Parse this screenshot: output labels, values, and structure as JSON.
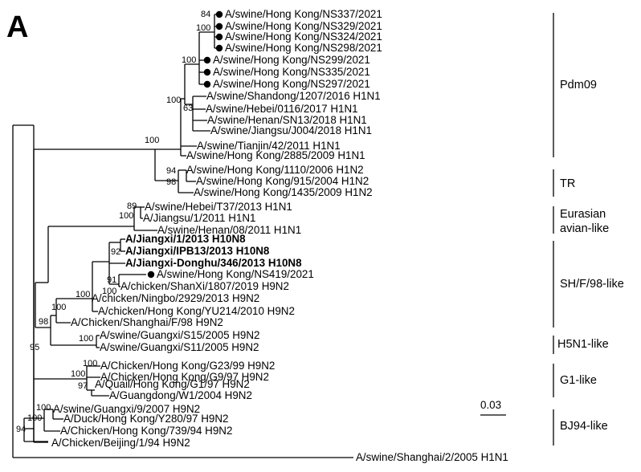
{
  "panel_label": "A",
  "scale_bar": "0.03",
  "leaves": {
    "L1": "A/swine/Hong Kong/NS337/2021",
    "L2": "A/swine/Hong Kong/NS329/2021",
    "L3": "A/swine/Hong Kong/NS324/2021",
    "L4": "A/swine/Hong Kong/NS298/2021",
    "L5": "A/swine/Hong Kong/NS299/2021",
    "L6": "A/swine/Hong Kong/NS335/2021",
    "L7": "A/swine/Hong Kong/NS297/2021",
    "L8": "A/swine/Shandong/1207/2016 H1N1",
    "L9": "A/swine/Hebei/0116/2017 H1N1",
    "L10": "A/swine/Henan/SN13/2018 H1N1",
    "L11": "A/swine/Jiangsu/J004/2018 H1N1",
    "L12": "A/swine/Tianjin/42/2011 H1N1",
    "L13": "A/swine/Hong Kong/2885/2009 H1N1",
    "L14": "A/swine/Hong Kong/1110/2006 H1N2",
    "L15": "A/swine/Hong Kong/915/2004 H1N2",
    "L16": "A/swine/Hong Kong/1435/2009 H1N2",
    "L17": "A/swine/Hebei/T37/2013 H1N1",
    "L18": "A/Jiangsu/1/2011 H1N1",
    "L19": "A/swine/Henan/08/2011 H1N1",
    "L20": "A/Jiangxi/1/2013 H10N8",
    "L21": "A/Jiangxi/IPB13/2013 H10N8",
    "L22": "A/Jiangxi-Donghu/346/2013 H10N8",
    "L23": "A/swine/Hong Kong/NS419/2021",
    "L24": "A/chicken/ShanXi/1807/2019 H9N2",
    "L25": "A/chicken/Ningbo/2929/2013 H9N2",
    "L26": "A/chicken/Hong Kong/YU214/2010 H9N2",
    "L27": "A/Chicken/Shanghai/F/98 H9N2",
    "L28": "A/swine/Guangxi/S15/2005 H9N2",
    "L29": "A/swine/Guangxi/S11/2005 H9N2",
    "L30": "A/Chicken/Hong Kong/G23/99  H9N2",
    "L31": "A/Chicken/Hong Kong/G9/97 H9N2",
    "L32": "A/Quail/Hong Kong/G1/97  H9N2",
    "L33": "A/Guangdong/W1/2004 H9N2",
    "L34": "A/swine/Guangxi/9/2007 H9N2",
    "L35": "A/Duck/Hong Kong/Y280/97 H9N2",
    "L36": "A/Chicken/Hong Kong/739/94 H9N2",
    "L37": "A/Chicken/Beijing/1/94 H9N2",
    "L38": "A/swine/Shanghai/2/2005 H1N1"
  },
  "bootstrap": {
    "b1": "84",
    "b2": "100",
    "b3": "100",
    "b4": "100",
    "b5": "63",
    "b6": "100",
    "b7": "94",
    "b8": "98",
    "b9": "89",
    "b10": "100",
    "b11": "92",
    "b12": "91",
    "b13": "100",
    "b14": "100",
    "b15": "100",
    "b16": "98",
    "b17": "95",
    "b18": "100",
    "b19": "100",
    "b20": "100",
    "b21": "97",
    "b22": "100",
    "b23": "100",
    "b24": "94"
  },
  "clades": {
    "pdm09": "Pdm09",
    "tr": "TR",
    "eurasian_line1": "Eurasian",
    "eurasian_line2": "avian-like",
    "shf98": "SH/F/98-like",
    "h5n1": "H5N1-like",
    "g1": "G1-like",
    "bj94": "BJ94-like"
  }
}
